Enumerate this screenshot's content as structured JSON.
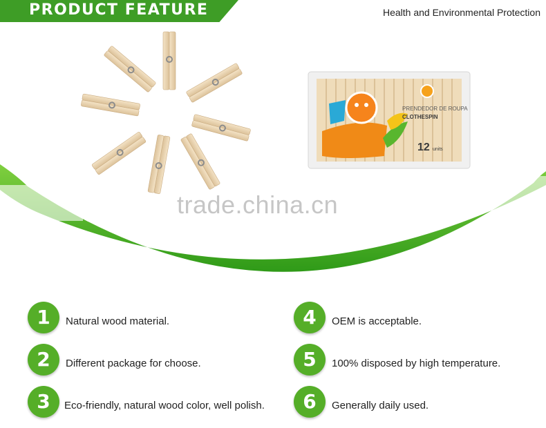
{
  "banner": {
    "title": "PRODUCT FEATURE"
  },
  "header": {
    "tagline": "Health and Environmental Protection"
  },
  "package": {
    "label_line1": "PRENDEDOR DE ROUPA",
    "label_line2": "CLOTHESPIN",
    "count": "12",
    "count_unit": "units"
  },
  "watermark": "trade.china.cn",
  "features": [
    {
      "number": "1",
      "text": "Natural wood material."
    },
    {
      "number": "2",
      "text": "Different package for choose."
    },
    {
      "number": "3",
      "text": "Eco-friendly, natural wood color, well polish."
    },
    {
      "number": "4",
      "text": "OEM is acceptable."
    },
    {
      "number": "5",
      "text": "100% disposed by high temperature."
    },
    {
      "number": "6",
      "text": "Generally daily used."
    }
  ],
  "colors": {
    "brand_green": "#3e9d26",
    "circle_green": "#55ae28",
    "wood": "#ecd6b4"
  }
}
